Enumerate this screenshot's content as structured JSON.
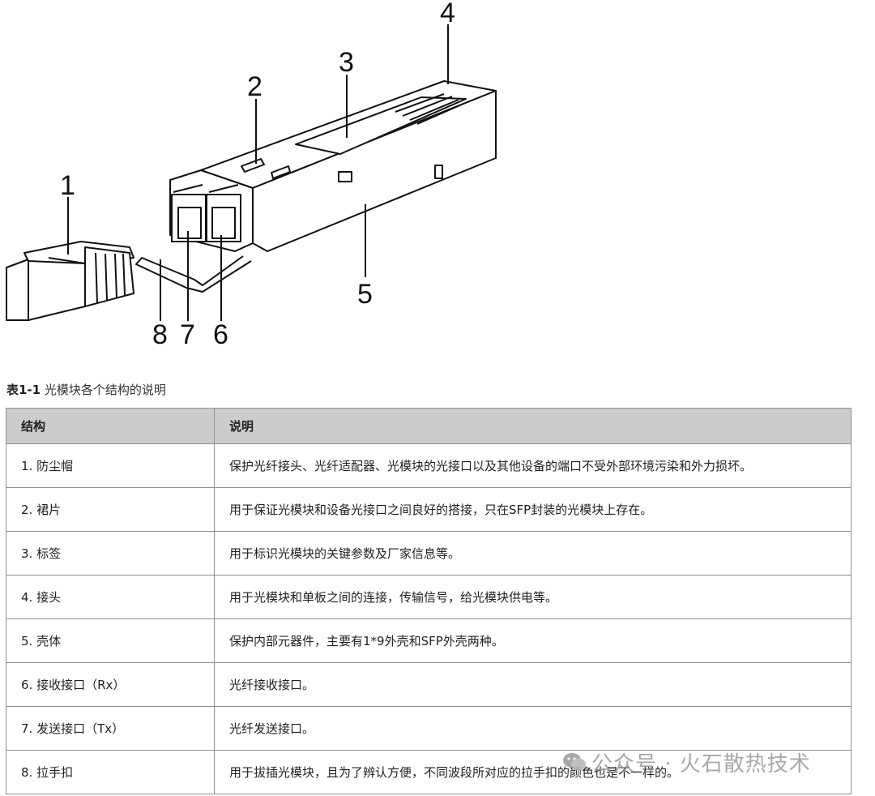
{
  "figure": {
    "callouts": [
      "1",
      "2",
      "3",
      "4",
      "5",
      "6",
      "7",
      "8"
    ]
  },
  "caption": {
    "number": "表1-1",
    "text": " 光模块各个结构的说明"
  },
  "table": {
    "headers": [
      "结构",
      "说明"
    ],
    "rows": [
      [
        "1. 防尘帽",
        "保护光纤接头、光纤适配器、光模块的光接口以及其他设备的端口不受外部环境污染和外力损坏。"
      ],
      [
        "2. 裙片",
        "用于保证光模块和设备光接口之间良好的搭接，只在SFP封装的光模块上存在。"
      ],
      [
        "3. 标签",
        "用于标识光模块的关键参数及厂家信息等。"
      ],
      [
        "4. 接头",
        "用于光模块和单板之间的连接，传输信号，给光模块供电等。"
      ],
      [
        "5. 壳体",
        "保护内部元器件，主要有1*9外壳和SFP外壳两种。"
      ],
      [
        "6. 接收接口（Rx）",
        "光纤接收接口。"
      ],
      [
        "7. 发送接口（Tx）",
        "光纤发送接口。"
      ],
      [
        "8. 拉手扣",
        "用于拔插光模块，且为了辨认方便，不同波段所对应的拉手扣的颜色也是不一样的。"
      ]
    ]
  },
  "watermark": {
    "icon": "wechat-icon",
    "text": "公众号 · 火石散热技术"
  }
}
